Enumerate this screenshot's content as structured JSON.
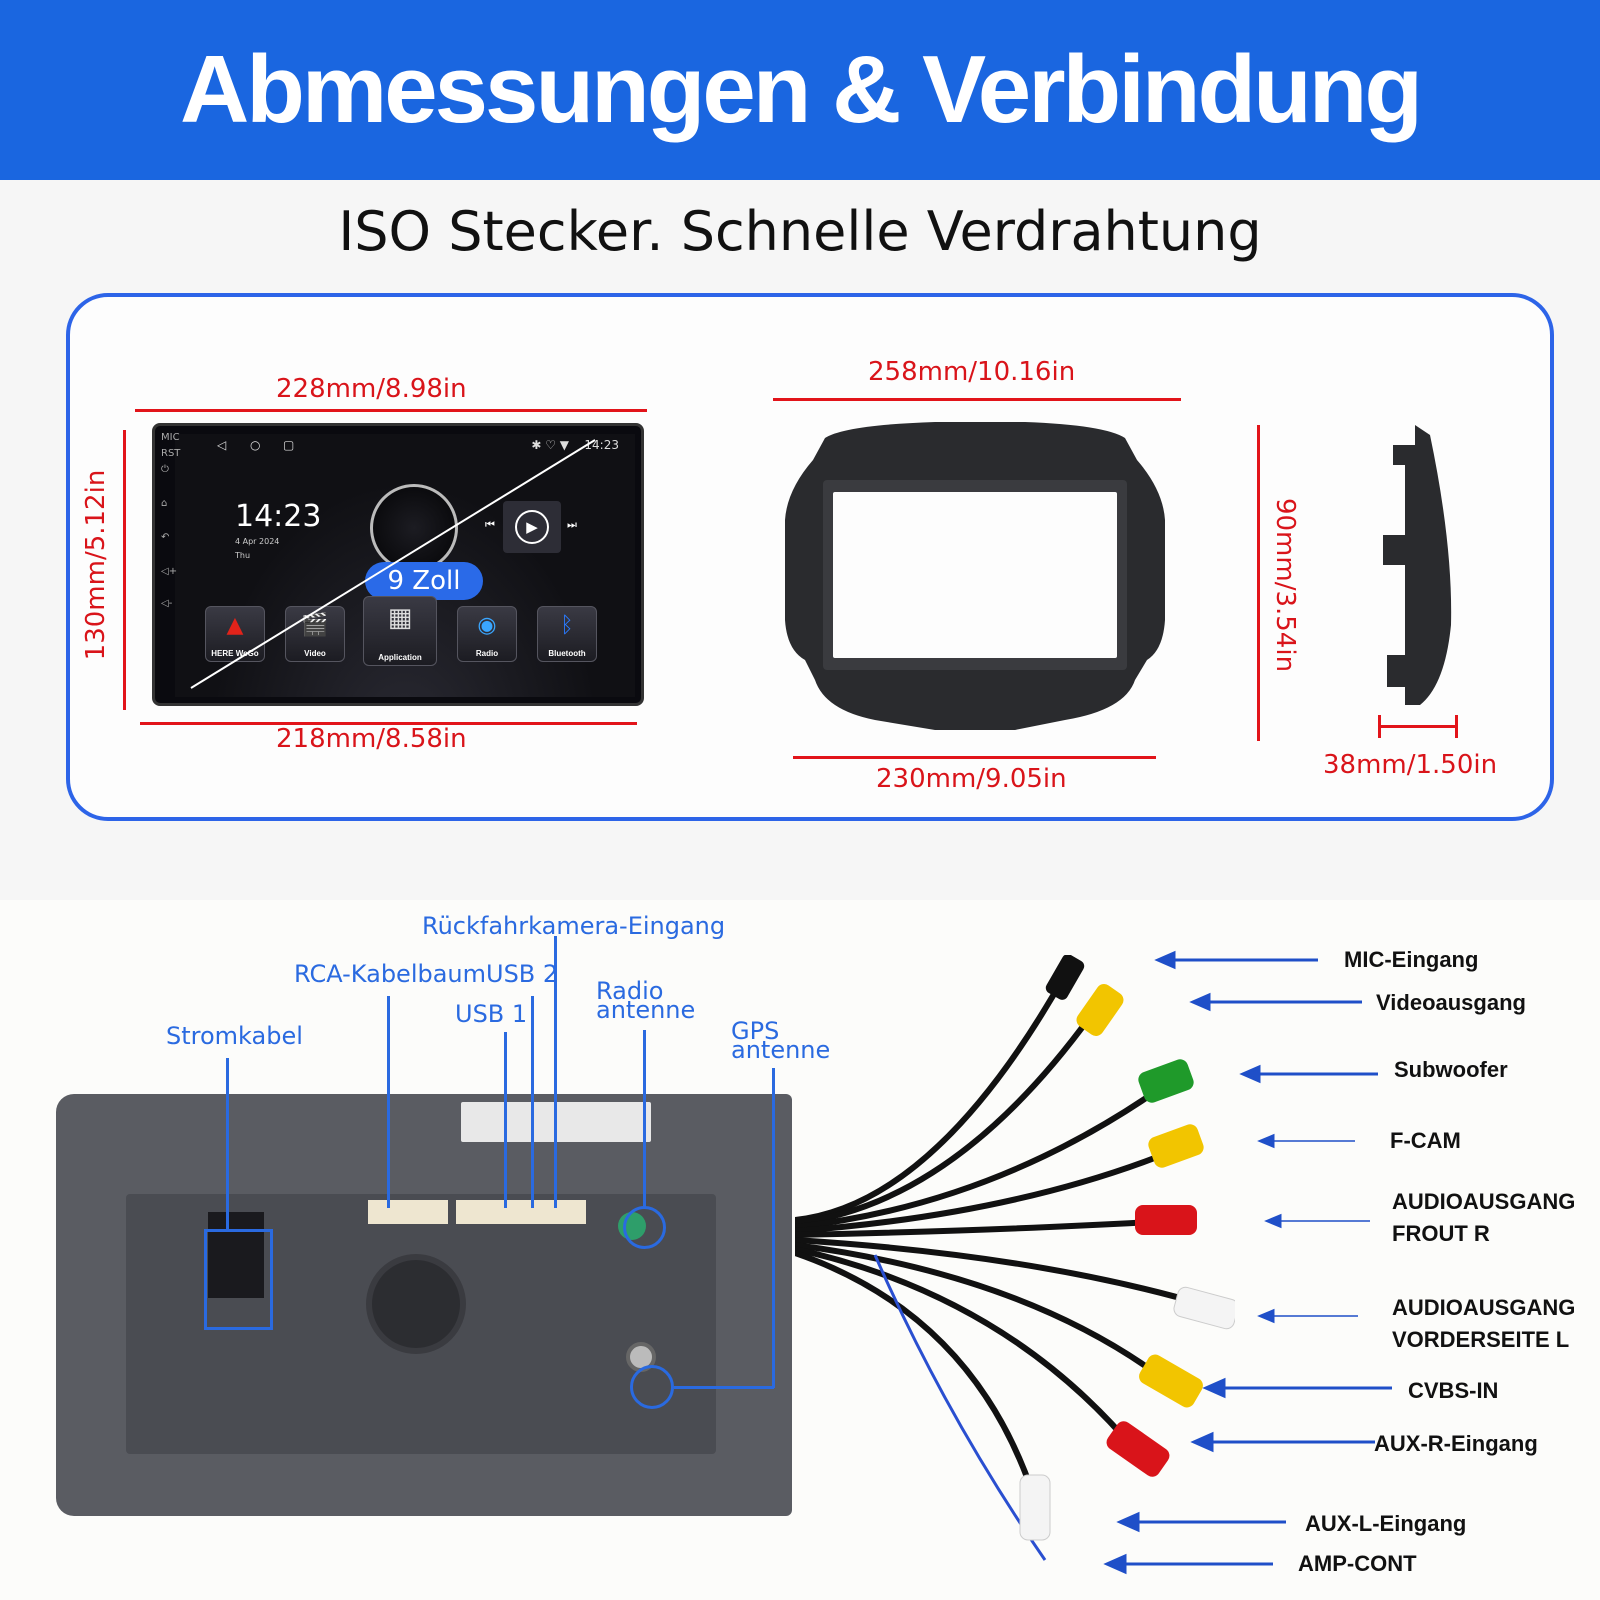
{
  "header": {
    "title": "Abmessungen & Verbindung"
  },
  "subtitle": "ISO Stecker. Schnelle Verdrahtung",
  "dimensions": {
    "screen_top": "228mm/8.98in",
    "screen_bottom": "218mm/8.58in",
    "screen_height": "130mm/5.12in",
    "frame_top": "258mm/10.16in",
    "frame_bottom": "230mm/9.05in",
    "frame_height": "90mm/3.54in",
    "depth": "38mm/1.50in"
  },
  "screen": {
    "status_time": "14:23",
    "clock": "14:23",
    "date": "4 Apr 2024",
    "day": "Thu",
    "size_badge": "9 Zoll",
    "side_labels": [
      "MIC",
      "RST"
    ],
    "apps": [
      {
        "label": "HERE WeGo",
        "icon": "navigation-icon"
      },
      {
        "label": "Video",
        "icon": "video-icon"
      },
      {
        "label": "Application",
        "icon": "apps-grid-icon"
      },
      {
        "label": "Radio",
        "icon": "radio-icon"
      },
      {
        "label": "Bluetooth",
        "icon": "bluetooth-icon"
      }
    ]
  },
  "back_labels": {
    "rueckfahrkamera": "Rückfahrkamera-Eingang",
    "rca": "RCA-Kabelbaum",
    "usb2": "USB 2",
    "usb1": "USB 1",
    "radio_l1": "Radio",
    "radio_l2": "antenne",
    "gps_l1": "GPS",
    "gps_l2": "antenne",
    "strom": "Stromkabel"
  },
  "connectors": [
    {
      "label": "MIC-Eingang",
      "color": "#111111"
    },
    {
      "label": "Videoausgang",
      "color": "#f2c500"
    },
    {
      "label": "Subwoofer",
      "color": "#1f9a2a"
    },
    {
      "label": "F-CAM",
      "color": "#f2c500"
    },
    {
      "label": "AUDIOAUSGANG FROUT R",
      "color": "#d9141a"
    },
    {
      "label": "AUDIOAUSGANG VORDERSEITE L",
      "color": "#ffffff"
    },
    {
      "label": "CVBS-IN",
      "color": "#f2c500"
    },
    {
      "label": "AUX-R-Eingang",
      "color": "#d9141a"
    },
    {
      "label": "AUX-L-Eingang",
      "color": "#ffffff"
    },
    {
      "label": "AMP-CONT",
      "color": "#2a4fd0"
    }
  ],
  "accent_color": "#1a66e0",
  "dimension_color": "#d9141a"
}
